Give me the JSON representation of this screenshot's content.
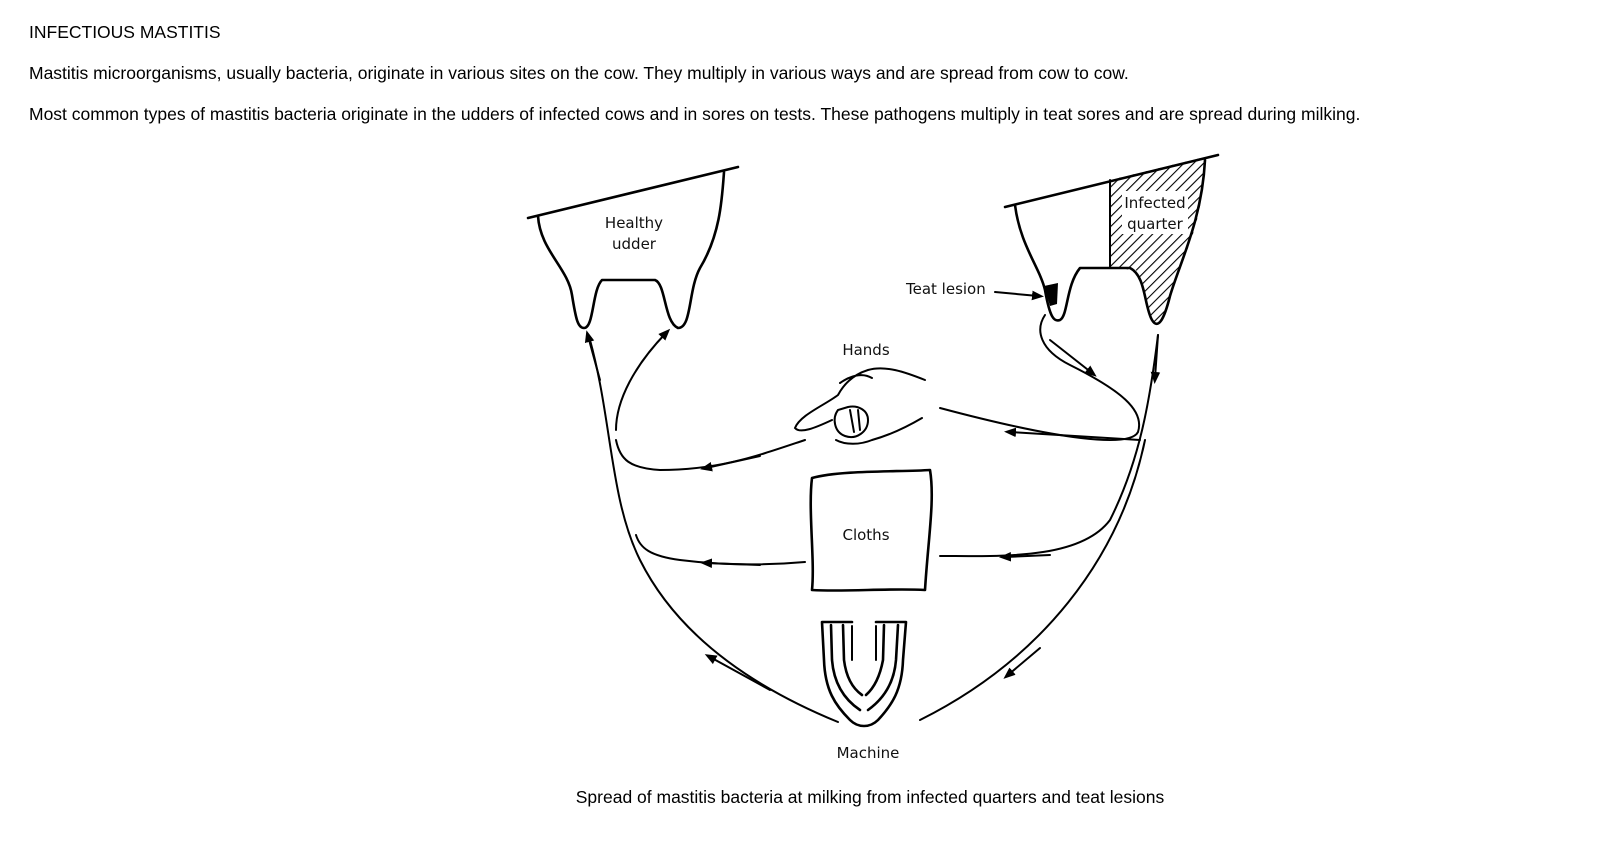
{
  "heading": "INFECTIOUS MASTITIS",
  "paragraphs": [
    "Mastitis microorganisms, usually bacteria, originate in various sites on the cow. They multiply in various ways and are spread from cow to cow.",
    "Most common types of mastitis bacteria originate in the udders of infected cows and in sores on tests. These pathogens multiply in teat sores and are spread during milking."
  ],
  "figure": {
    "labels": {
      "healthy_1": "Healthy",
      "healthy_2": "udder",
      "infected_1": "Infected",
      "infected_2": "quarter",
      "teat_lesion": "Teat lesion",
      "hands": "Hands",
      "cloths": "Cloths",
      "machine": "Machine"
    },
    "caption": "Spread of mastitis bacteria at milking from infected quarters and teat lesions"
  }
}
